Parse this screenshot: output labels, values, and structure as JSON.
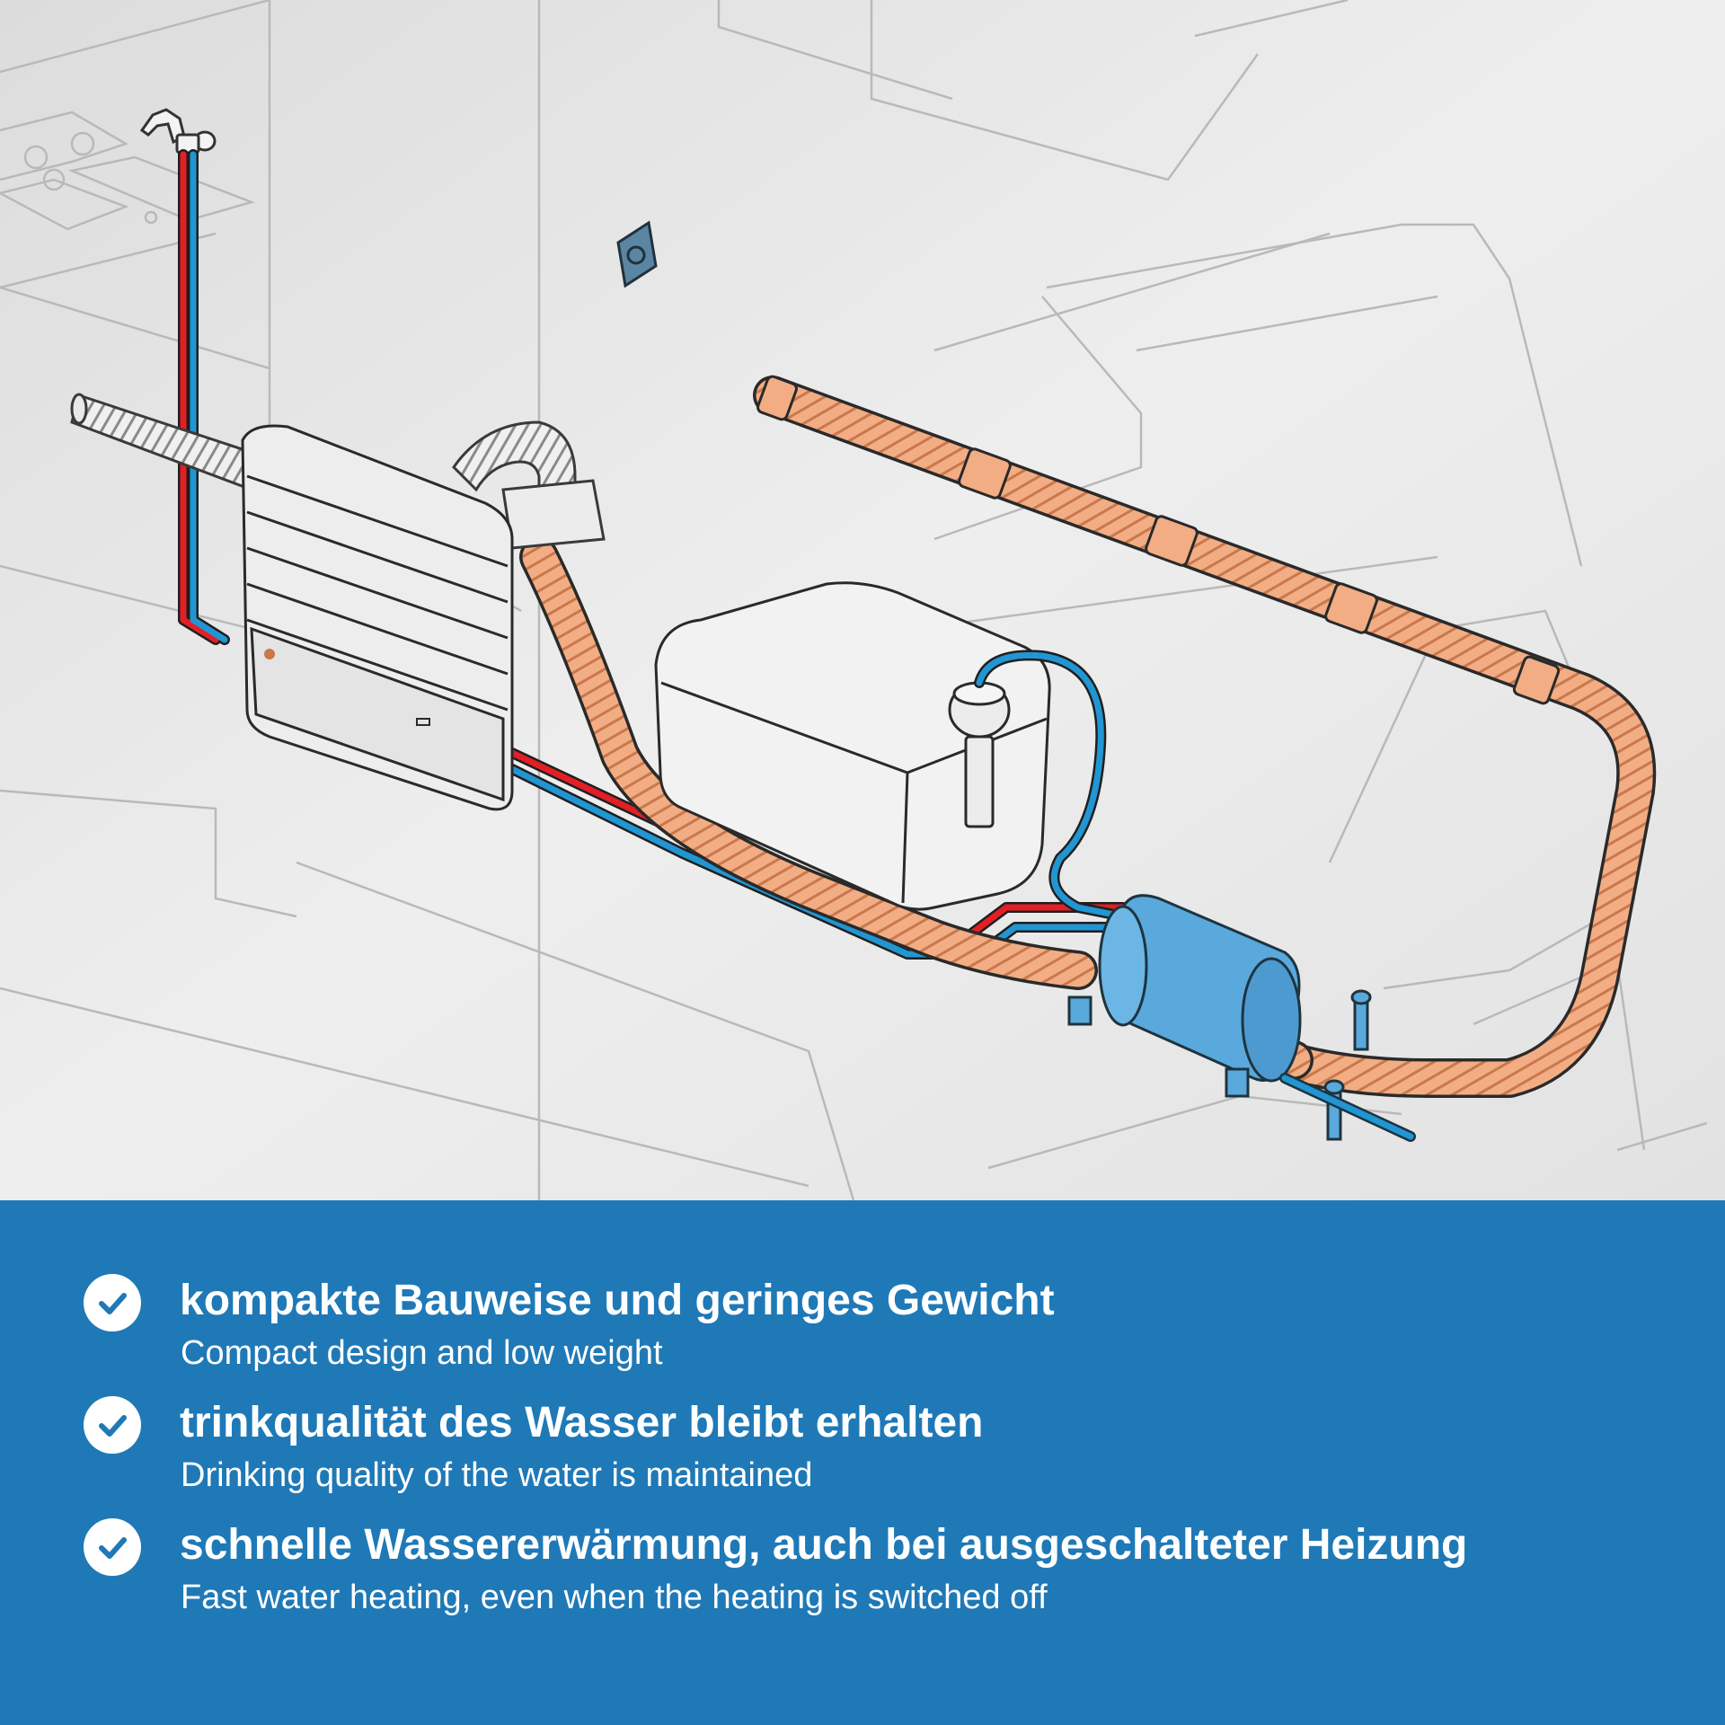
{
  "colors": {
    "banner": "#1f79b7",
    "background": "#e8e8e8",
    "hot_water": "#e31f26",
    "cold_water": "#2196d3",
    "air_duct": "#f2ad84",
    "boiler": "#5aa9dc"
  },
  "illustration": {
    "parts": [
      "faucet",
      "heater-unit",
      "air-duct",
      "water-tank",
      "pump",
      "water-heater",
      "drain-valve",
      "wall-control-panel"
    ]
  },
  "features": [
    {
      "icon": "check-circle-icon",
      "title": "kompakte Bauweise und geringes Gewicht",
      "subtitle": "Compact design and low weight"
    },
    {
      "icon": "check-circle-icon",
      "title": "trinkqualität des Wasser bleibt erhalten",
      "subtitle": "Drinking quality of the water is maintained"
    },
    {
      "icon": "check-circle-icon",
      "title": "schnelle Wassererwärmung, auch bei ausgeschalteter Heizung",
      "subtitle": "Fast water heating, even when the heating is switched off"
    }
  ]
}
